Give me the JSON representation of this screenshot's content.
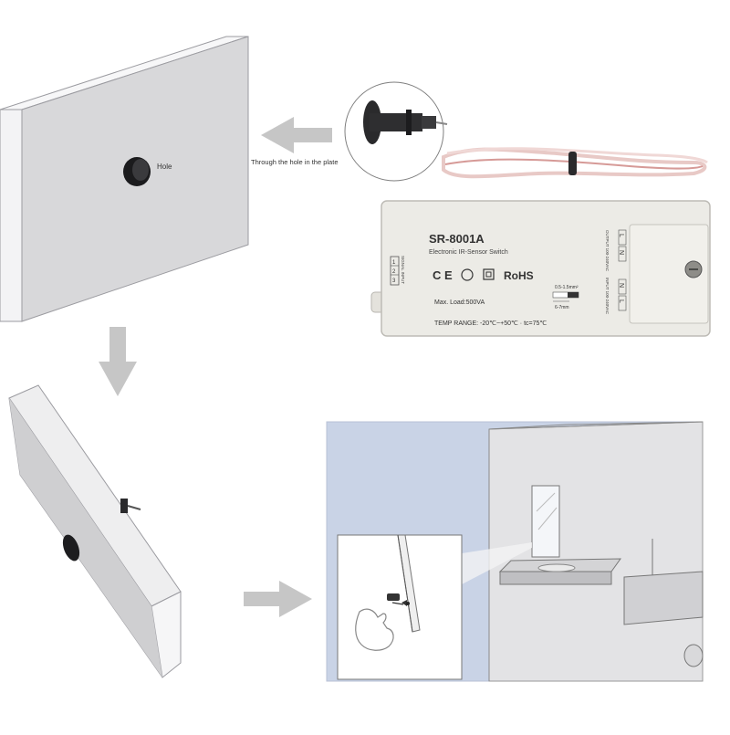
{
  "top_panel": {
    "hole_label": "Hole",
    "caption": "Through  the  hole in the plate"
  },
  "controller": {
    "model": "SR-8001A",
    "subtitle": "Electronic IR-Sensor Switch",
    "ce": "C E",
    "rohs": "RoHS",
    "max_load": "Max. Load:500VA",
    "temp_range": "TEMP RANGE: -20℃~+50℃ · tc=75℃",
    "signal_input": "SIGNAL  INPUT",
    "pins": [
      "1",
      "2",
      "3"
    ],
    "wire_spec": "0.5-1.5mm²",
    "strip_length": "6-7mm",
    "output_label": "OUTPUT 100-240VAC",
    "input_label": "INPUT 100-240VAC",
    "terminal_letters": [
      "L",
      "N",
      "N",
      "L"
    ]
  },
  "colors": {
    "plate_face": "#d9d9db",
    "plate_edge": "#f1f1f3",
    "arrow": "#c6c6c6",
    "room_bg": "#c9d3e6",
    "controller_body": "#eceae4"
  }
}
